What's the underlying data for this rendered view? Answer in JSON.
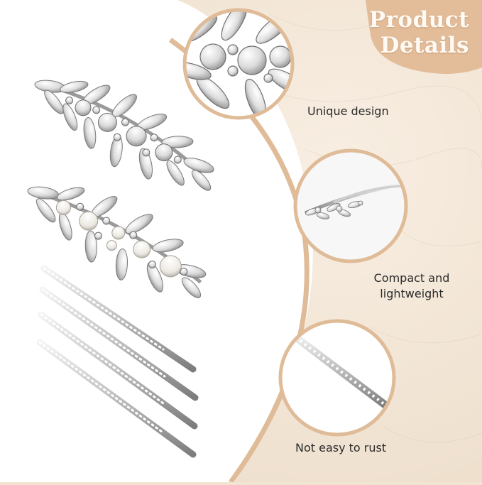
{
  "header": {
    "title_line1": "Product",
    "title_line2": "Details"
  },
  "details": [
    {
      "caption": "Unique design",
      "icon": "rhinestone-cluster-closeup"
    },
    {
      "caption_line1": "Compact and",
      "caption_line2": "lightweight",
      "icon": "barrette-side-view"
    },
    {
      "caption": "Not easy to rust",
      "icon": "bobby-pin-closeup"
    }
  ],
  "products": {
    "barrettes": [
      "crystal-leaf-barrette",
      "pearl-crystal-barrette"
    ],
    "bobby_pins": 4
  },
  "colors": {
    "background": "#f1e4d3",
    "accent": "#e3bd9a",
    "title_text": "#fffaf3",
    "caption_text": "#2b2b2b"
  }
}
